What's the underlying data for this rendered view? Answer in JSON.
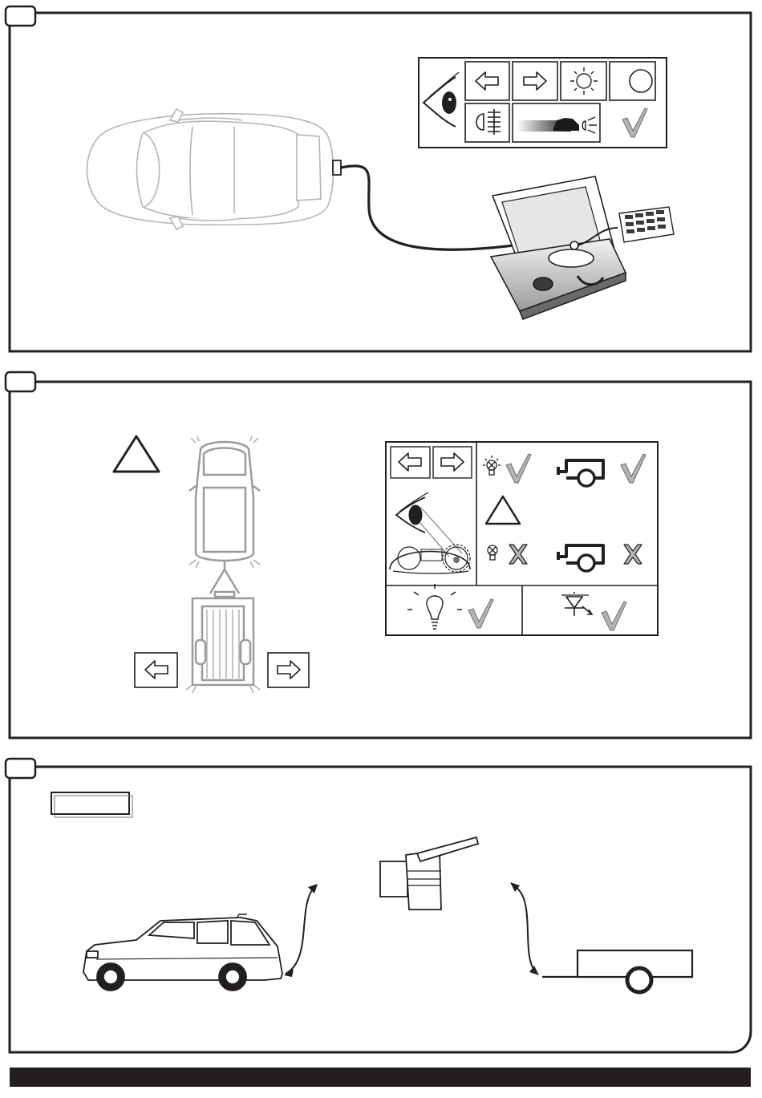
{
  "panels": [
    {
      "id": "panel-1",
      "step_label": "",
      "test_icons": {
        "eye": "eye-icon",
        "row1": [
          "arrow-left-icon",
          "arrow-right-icon",
          "brake-light-icon",
          "circle-lamp-icon"
        ],
        "row2": [
          "fog-light-icon",
          "car-moving-light-icon",
          "check-icon"
        ]
      },
      "equipment": [
        "car-topview",
        "tester-case",
        "control-panel"
      ]
    },
    {
      "id": "panel-2",
      "step_label": "",
      "icons": [
        "warning-triangle-icon",
        "car-trailer-topview",
        "arrow-left-icon",
        "arrow-right-icon"
      ],
      "legend": {
        "cells": [
          "arrow-left-icon",
          "arrow-right-icon",
          "eye-dashboard-icon",
          "indicator-ok-icon",
          "check-icon",
          "trailer-ok-icon",
          "warning-triangle-icon",
          "indicator-fail-icon",
          "cross-icon",
          "trailer-fail-icon",
          "bulb-icon",
          "led-icon"
        ]
      }
    },
    {
      "id": "panel-3",
      "step_label": "",
      "blank_box_label": "",
      "icons": [
        "suv-sideview",
        "connector-module",
        "trailer-sideview"
      ]
    }
  ],
  "colors": {
    "ink": "#231f20",
    "grey_line": "#8c8c8c",
    "light_grey": "#c7c7c7",
    "check_grey": "#9a9a9a",
    "footer_bar": "#231f20"
  }
}
